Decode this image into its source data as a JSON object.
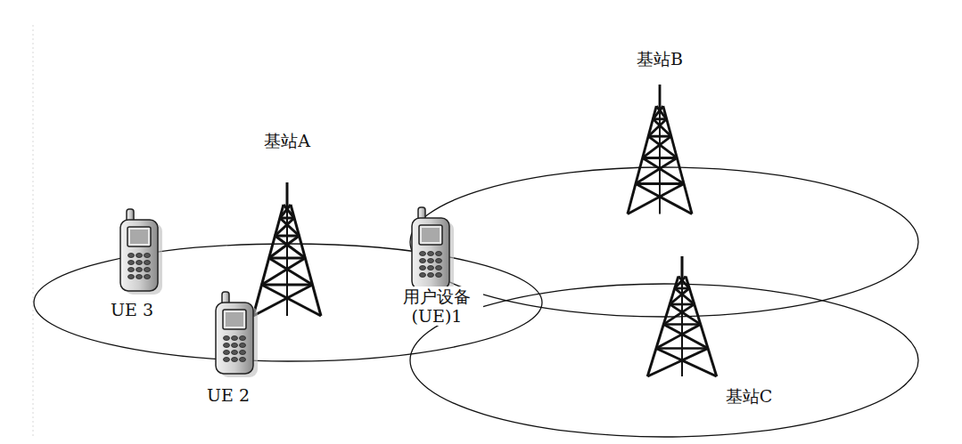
{
  "diagram": {
    "labels": [
      "基站B",
      "基站A",
      "UE 3",
      "用户设备 (UE)1",
      "UE 2",
      "基站C"
    ]
  }
}
